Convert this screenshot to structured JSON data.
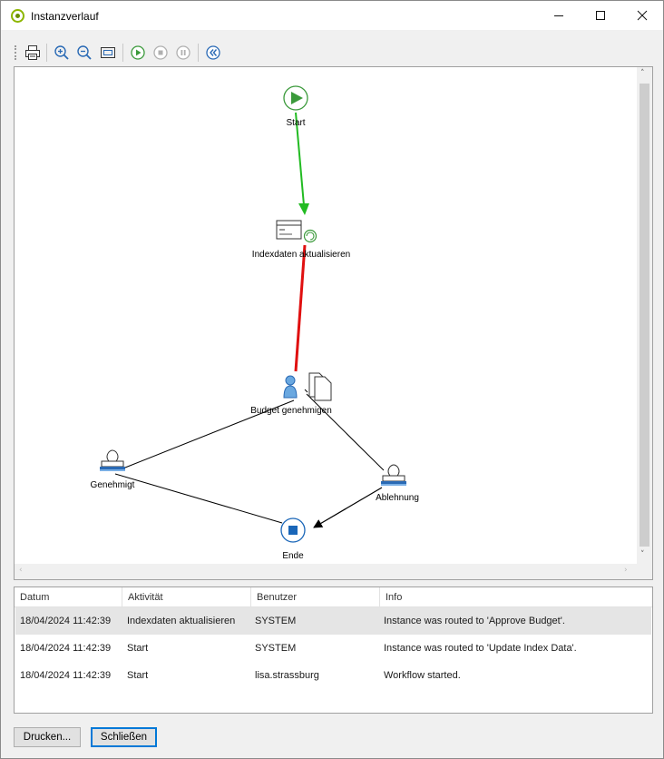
{
  "window": {
    "title": "Instanzverlauf",
    "controls": {
      "minimize": "—",
      "maximize": "☐",
      "close": "✕"
    }
  },
  "toolbar": {
    "buttons": [
      {
        "name": "print",
        "icon": "printer-icon"
      },
      {
        "name": "zoom-in",
        "icon": "zoom-in-icon"
      },
      {
        "name": "zoom-out",
        "icon": "zoom-out-icon"
      },
      {
        "name": "fit",
        "icon": "fit-to-window-icon"
      },
      {
        "name": "play",
        "icon": "play-icon"
      },
      {
        "name": "stop",
        "icon": "stop-icon"
      },
      {
        "name": "pause",
        "icon": "pause-icon"
      },
      {
        "name": "back",
        "icon": "double-chevron-left-icon"
      }
    ]
  },
  "workflow": {
    "nodes": {
      "start": "Start",
      "index": "Indexdaten aktualisieren",
      "budget": "Budget genehmigen",
      "approved": "Genehmigt",
      "rejected": "Ablehnung",
      "end": "Ende"
    },
    "colors": {
      "start_green": "#3b9a3b",
      "path_green": "#22bb22",
      "path_red": "#e01010",
      "end_blue": "#1a66b8",
      "person_blue": "#6aa8e0"
    }
  },
  "history": {
    "columns": [
      "Datum",
      "Aktivität",
      "Benutzer",
      "Info"
    ],
    "rows": [
      {
        "date": "18/04/2024 11:42:39",
        "activity": "Indexdaten aktualisieren",
        "user": "SYSTEM",
        "info": "Instance was routed to 'Approve Budget'."
      },
      {
        "date": "18/04/2024 11:42:39",
        "activity": "Start",
        "user": "SYSTEM",
        "info": "Instance was routed to 'Update Index Data'."
      },
      {
        "date": "18/04/2024 11:42:39",
        "activity": "Start",
        "user": "lisa.strassburg",
        "info": "Workflow started."
      }
    ]
  },
  "buttons": {
    "print": "Drucken...",
    "close": "Schließen"
  }
}
